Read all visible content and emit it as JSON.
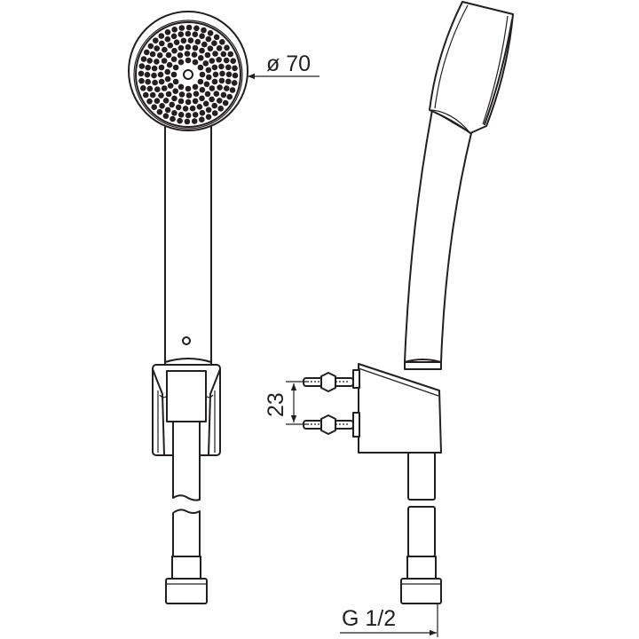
{
  "dimensions": {
    "head_diameter": "ø 70",
    "screw_spacing": "23",
    "thread": "G 1/2"
  },
  "colors": {
    "line": "#231f20",
    "background": "#ffffff"
  }
}
